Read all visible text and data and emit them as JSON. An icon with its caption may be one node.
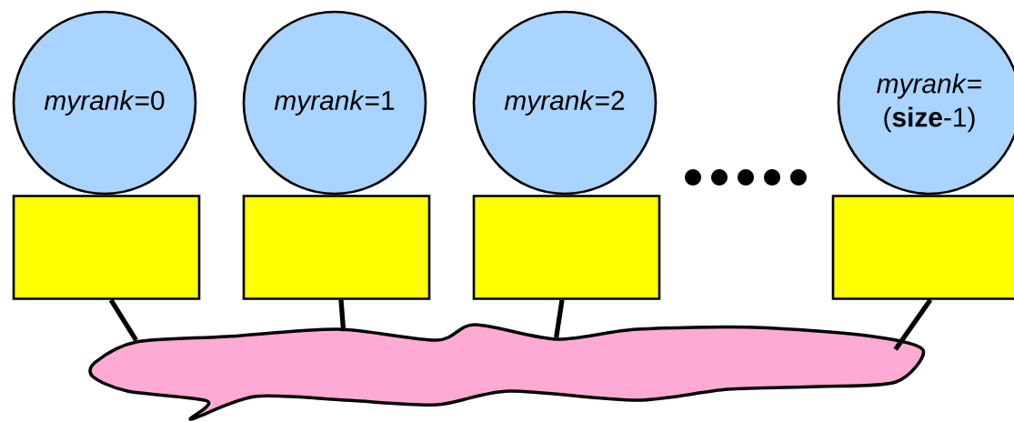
{
  "diagram": {
    "nodes": [
      {
        "text": [
          "*myrank*=0"
        ]
      },
      {
        "text": [
          "*myrank*=1"
        ]
      },
      {
        "text": [
          "*myrank*=2"
        ]
      },
      {
        "text": [
          "*myrank*= (**size**-1)"
        ]
      },
      {
        "text": [],
        "shape": "box"
      },
      {
        "text": [],
        "shape": "box"
      },
      {
        "text": [],
        "shape": "box"
      },
      {
        "text": [],
        "shape": "box"
      },
      {
        "text": [],
        "shape": "cloud"
      }
    ],
    "edges": [
      {
        "from": 4,
        "to": 8,
        "arrow": "none"
      },
      {
        "from": 5,
        "to": 8,
        "arrow": "none"
      },
      {
        "from": 6,
        "to": 8,
        "arrow": "none"
      },
      {
        "from": 7,
        "to": 8,
        "arrow": "none"
      }
    ]
  }
}
